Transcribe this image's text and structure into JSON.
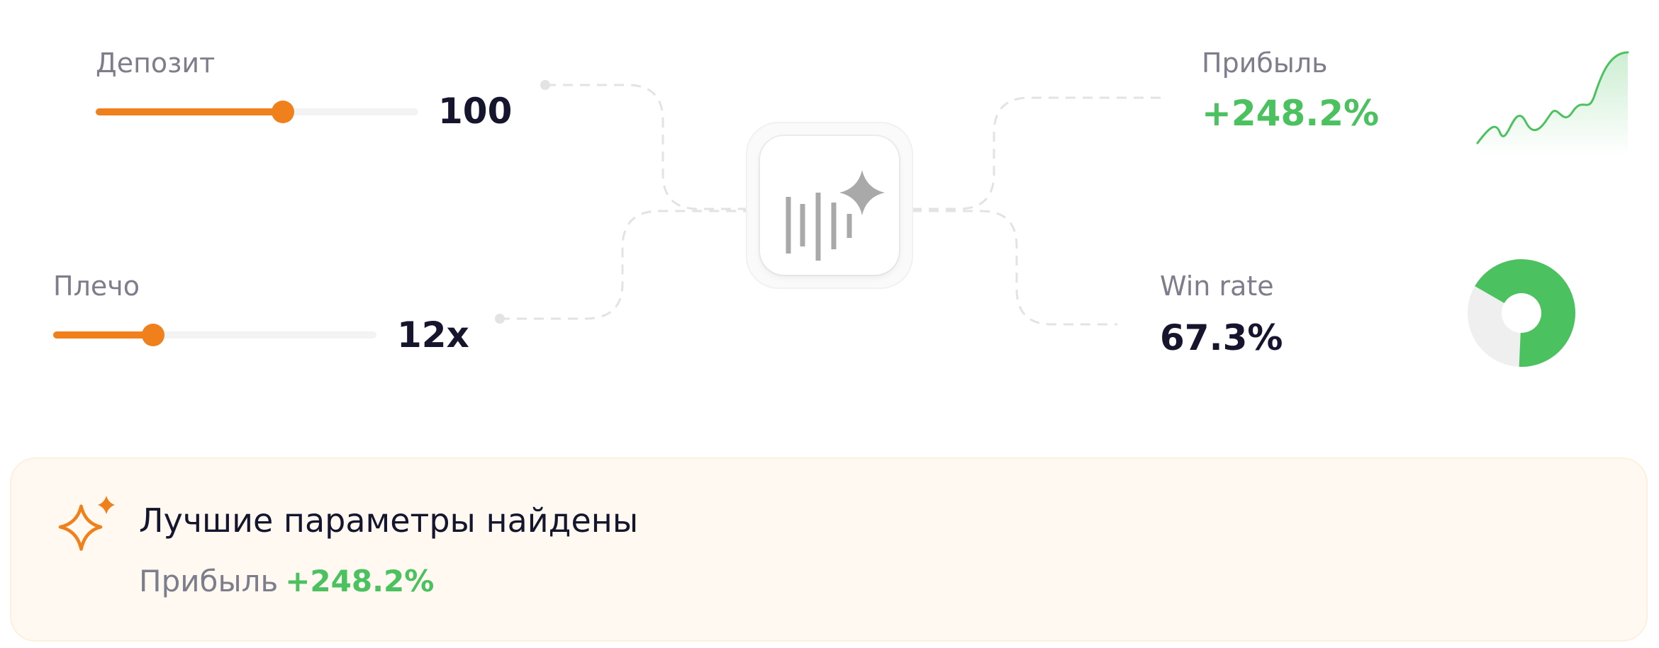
{
  "inputs": {
    "deposit": {
      "label": "Депозит",
      "value": "100",
      "slider_fraction": 0.58
    },
    "leverage": {
      "label": "Плечо",
      "value": "12x",
      "slider_fraction": 0.31
    }
  },
  "outputs": {
    "profit": {
      "label": "Прибыль",
      "value": "+248.2%"
    },
    "win_rate": {
      "label": "Win rate",
      "value": "67.3%",
      "fraction": 0.673
    }
  },
  "banner": {
    "title": "Лучшие параметры найдены",
    "profit_label": "Прибыль",
    "profit_value": "+248.2%"
  },
  "icons": {
    "center": "audio-wave-sparkle-icon",
    "banner": "sparkle-icon",
    "profit_chart": "sparkline-chart",
    "win_rate_chart": "donut-chart"
  },
  "colors": {
    "accent": "#f0801b",
    "positive": "#4cc160",
    "text_dark": "#15152e",
    "text_muted": "#7d7d8c"
  }
}
